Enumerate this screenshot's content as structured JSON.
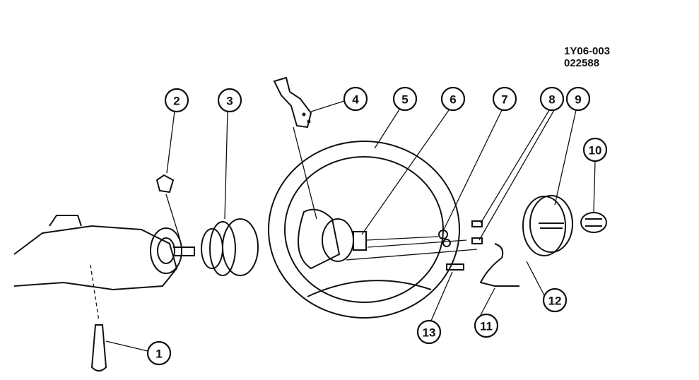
{
  "drawing_code": {
    "line1": "1Y06-003",
    "line2": "022588"
  },
  "callouts": [
    "1",
    "2",
    "3",
    "4",
    "5",
    "6",
    "7",
    "8",
    "9",
    "10",
    "11",
    "12",
    "13"
  ]
}
